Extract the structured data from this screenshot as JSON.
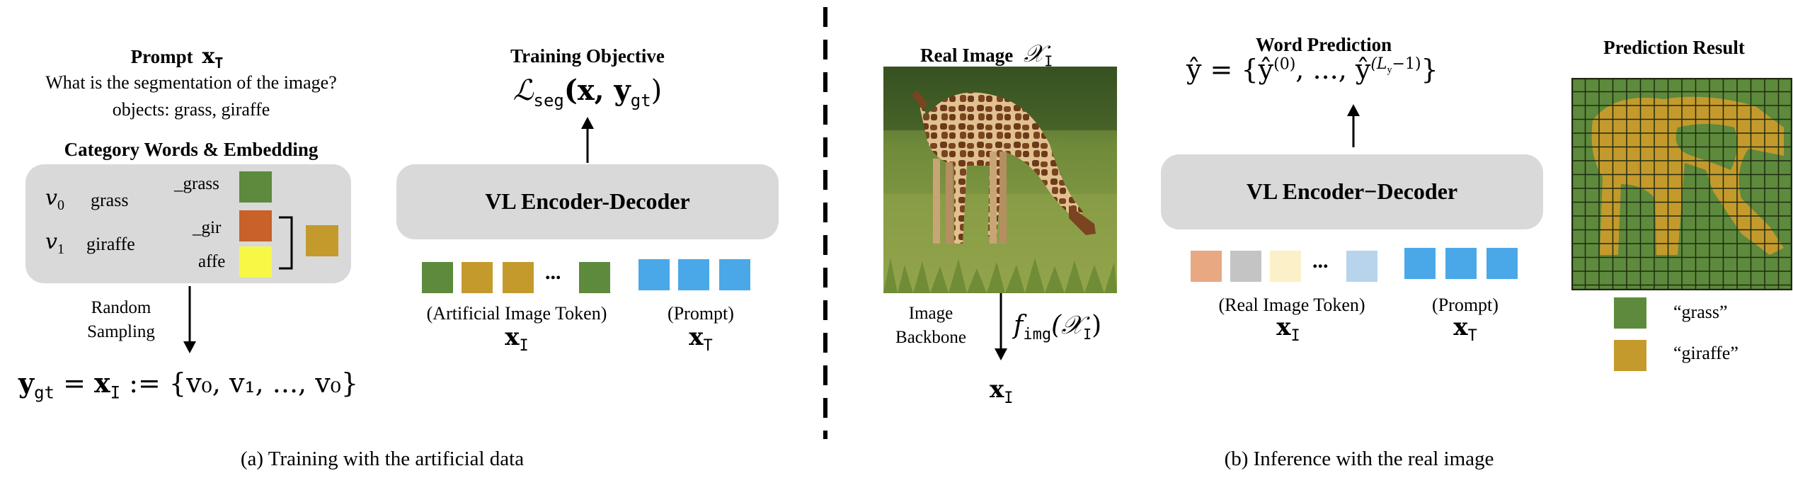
{
  "colors": {
    "grass": "#5d8a3c",
    "giraffe": "#c49a2c",
    "orange": "#c8612a",
    "yellow": "#f7f746",
    "blue": "#4aa8e8",
    "gray_box": "#d9d9d9",
    "real_tokens": [
      "#e8a882",
      "#c4c4c4",
      "#fcf0c8",
      "#b8d4ec"
    ]
  },
  "left": {
    "prompt_label": "Prompt",
    "prompt_symbol": "x",
    "prompt_sub": "T",
    "question": "What is the segmentation of the image?",
    "objects": "objects: grass, giraffe",
    "category_title": "Category Words & Embedding",
    "v0": "v",
    "v0_sub": "0",
    "v0_word": "grass",
    "v1": "v",
    "v1_sub": "1",
    "v1_word": "giraffe",
    "token_grass": "_grass",
    "token_gir": "_gir",
    "token_affe": "affe",
    "random_sampling_1": "Random",
    "random_sampling_2": "Sampling",
    "ygt_equation": "y",
    "ygt_sub": "gt",
    "ygt_rhs": " = ",
    "ygt_xi": "x",
    "ygt_xi_sub": "I",
    "ygt_set": " := {v₀, v₁, ..., v₀}",
    "training_objective": "Training Objective",
    "loss": "ℒ",
    "loss_sub": "seg",
    "loss_args": "(x, y",
    "loss_args_sub": "gt",
    "loss_close": ")",
    "encoder_label": "VL Encoder-Decoder",
    "dots": "...",
    "artificial_token_label": "(Artificial Image Token)",
    "artificial_xi": "x",
    "artificial_xi_sub": "I",
    "prompt_token_label": "(Prompt)",
    "prompt_xt": "x",
    "prompt_xt_sub": "T"
  },
  "right": {
    "real_image_label": "Real Image",
    "real_image_symbol": "𝒳",
    "real_image_sub": "I",
    "backbone_1": "Image",
    "backbone_2": "Backbone",
    "f_img": "f",
    "f_img_sub": "img",
    "f_img_arg": "(𝒳",
    "f_img_arg_sub": "I",
    "f_img_close": ")",
    "xi_out": "x",
    "xi_out_sub": "I",
    "word_prediction": "Word Prediction",
    "yhat_eq": "ŷ = {ŷ",
    "yhat_sup0": "(0)",
    "yhat_mid": ", ..., ŷ",
    "yhat_supL": "(L",
    "yhat_supL_sub": "y",
    "yhat_supL_end": "−1)",
    "yhat_close": "}",
    "encoder_label": "VL Encoder−Decoder",
    "dots": "...",
    "real_token_label": "(Real Image Token)",
    "real_xi": "x",
    "real_xi_sub": "I",
    "prompt_token_label": "(Prompt)",
    "prompt_xt": "x",
    "prompt_xt_sub": "T",
    "prediction_result": "Prediction Result",
    "legend_grass": "“grass”",
    "legend_giraffe": "“giraffe”"
  },
  "captions": {
    "a": "(a) Training with the artificial data",
    "b": "(b) Inference with the real image"
  }
}
